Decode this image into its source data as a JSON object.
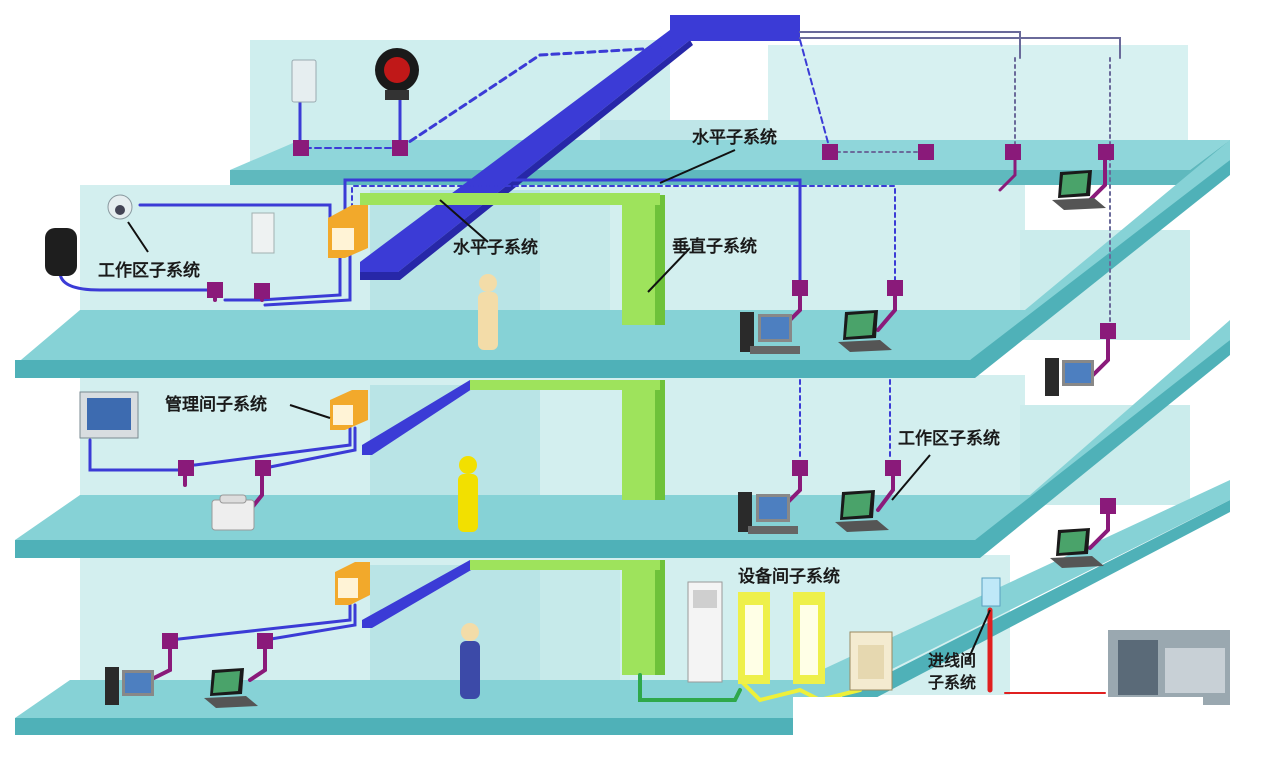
{
  "labels": {
    "horizontal_top": "水平子系统",
    "horizontal_mid": "水平子系统",
    "vertical": "垂直子系统",
    "work_area_left": "工作区子系统",
    "work_area_right": "工作区子系统",
    "management": "管理间子系统",
    "equipment": "设备间子系统",
    "entrance_line1": "进线间",
    "entrance_line2": "子系统"
  },
  "colors": {
    "floor_top": "#7ed0d4",
    "floor_front": "#4fb1b8",
    "wall": "#c9ecec",
    "horizontal_cable": "#3f3fd0",
    "vertical_cable": "#9ae05a",
    "outlet": "#8a1a7a",
    "cable_green": "#2fa84a",
    "entrance_red": "#e02020",
    "junction_box": "#f2a92b"
  }
}
